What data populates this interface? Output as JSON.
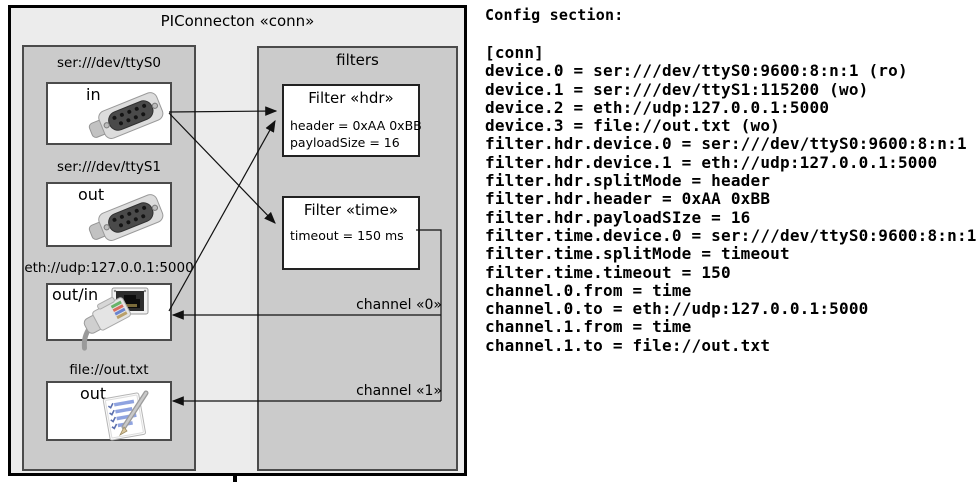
{
  "diagram": {
    "title": "PIConnecton «conn»",
    "devices_panel": {
      "devices": [
        {
          "label": "ser:///dev/ttyS0",
          "port": "in",
          "icon": "serial-db9-connector-icon"
        },
        {
          "label": "ser:///dev/ttyS1",
          "port": "out",
          "icon": "serial-db9-connector-icon"
        },
        {
          "label": "eth://udp:127.0.0.1:5000",
          "port": "out/in",
          "icon": "ethernet-rj45-icon"
        },
        {
          "label": "file://out.txt",
          "port": "out",
          "icon": "notepad-pen-icon"
        }
      ]
    },
    "filters_panel": {
      "title": "filters",
      "filters": [
        {
          "title": "Filter «hdr»",
          "props": [
            "header = 0xAA 0xBB",
            "payloadSize = 16"
          ]
        },
        {
          "title": "Filter «time»",
          "props": [
            "timeout = 150 ms"
          ]
        }
      ],
      "channels": [
        {
          "label": "channel «0»"
        },
        {
          "label": "channel «1»"
        }
      ]
    }
  },
  "config": {
    "heading": "Config section:",
    "lines": [
      "[conn]",
      "device.0 = ser:///dev/ttyS0:9600:8:n:1 (ro)",
      "device.1 = ser:///dev/ttyS1:115200 (wo)",
      "device.2 = eth://udp:127.0.0.1:5000",
      "device.3 = file://out.txt (wo)",
      "filter.hdr.device.0 = ser:///dev/ttyS0:9600:8:n:1",
      "filter.hdr.device.1 = eth://udp:127.0.0.1:5000",
      "filter.hdr.splitMode = header",
      "filter.hdr.header = 0xAA 0xBB",
      "filter.hdr.payloadSIze = 16",
      "filter.time.device.0 = ser:///dev/ttyS0:9600:8:n:1",
      "filter.time.splitMode = timeout",
      "filter.time.timeout = 150",
      "channel.0.from = time",
      "channel.0.to = eth://udp:127.0.0.1:5000",
      "channel.1.from = time",
      "channel.1.to = file://out.txt"
    ]
  },
  "colors": {
    "outer_fill": "#ececec",
    "panel_fill": "#cbcbcb",
    "box_fill": "#ffffff",
    "line": "#111111"
  }
}
